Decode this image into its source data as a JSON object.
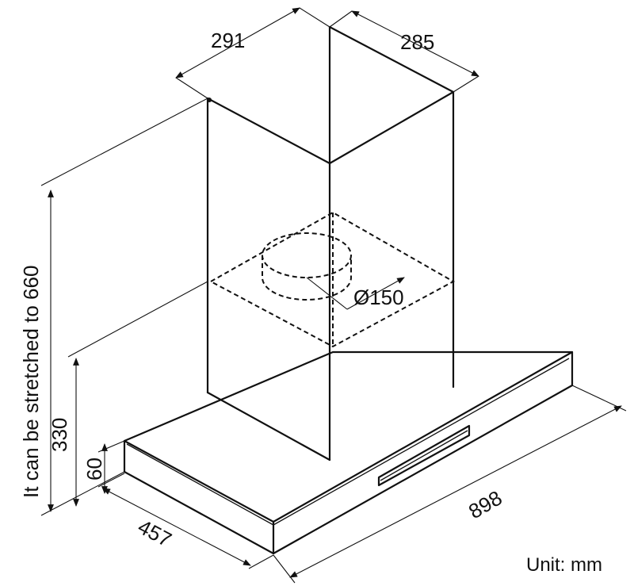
{
  "dimensions": {
    "chimney_width": "291",
    "chimney_depth": "285",
    "duct_diameter": "Ø150",
    "hood_width": "898",
    "hood_depth": "457",
    "canopy_height": "330",
    "canopy_thickness": "60",
    "chimney_stretch_note": "It can be stretched to 660"
  },
  "unit_label": "Unit: mm"
}
